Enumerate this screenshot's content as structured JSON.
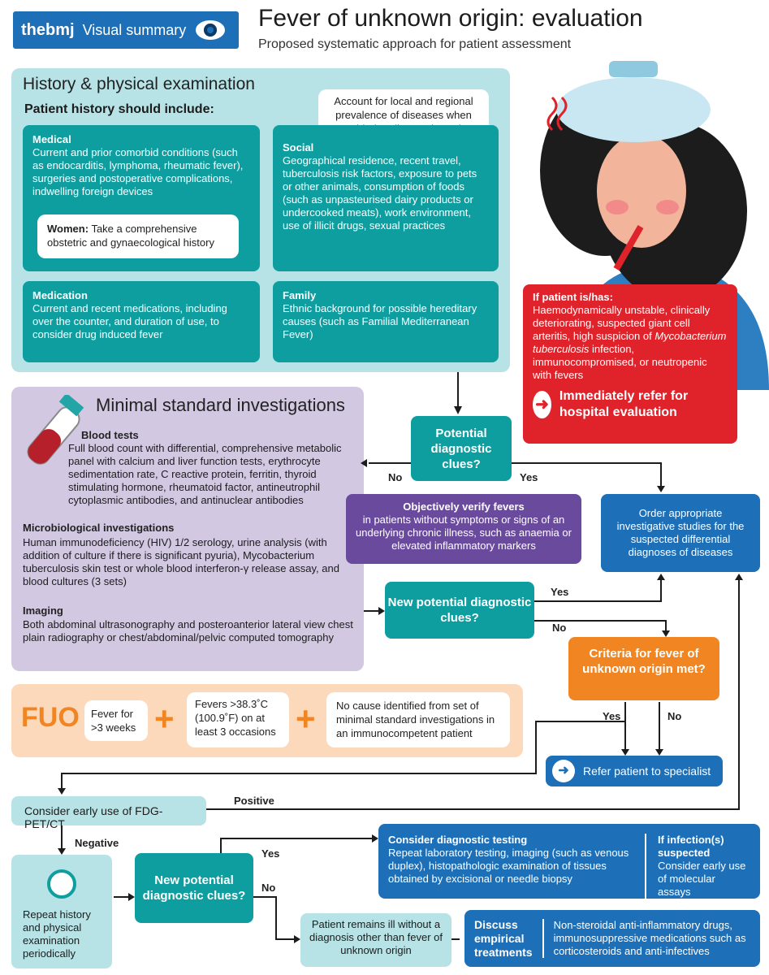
{
  "header": {
    "brand": "thebmj",
    "brand_suffix": "Visual summary",
    "title": "Fever of unknown origin: evaluation",
    "subtitle": "Proposed systematic approach for patient assessment"
  },
  "history": {
    "title": "History & physical examination",
    "subtitle": "Patient history should include:",
    "callout": "Account for local and regional prevalence of diseases when considering diagnostic testing",
    "medical": {
      "label": "Medical",
      "text": "Current and prior comorbid conditions (such as endocarditis, lymphoma, rheumatic fever), surgeries and postoperative complications, indwelling foreign devices"
    },
    "women": {
      "label": "Women:",
      "text": "Take a comprehensive obstetric and gynaecological history"
    },
    "social": {
      "label": "Social",
      "text": "Geographical residence, recent travel, tuberculosis risk factors, exposure to pets or other animals, consumption of foods (such as unpasteurised dairy products or undercooked meats), work environment, use of illicit drugs, sexual practices"
    },
    "medication": {
      "label": "Medication",
      "text": "Current and recent medications, including over the counter, and duration of use, to consider drug induced fever"
    },
    "family": {
      "label": "Family",
      "text": "Ethnic background for possible hereditary causes (such as Familial Mediterranean Fever)"
    }
  },
  "alert": {
    "label": "If patient is/has:",
    "text_a": "Haemodynamically unstable, clinically deteriorating, suspected giant cell arteritis, high suspicion of",
    "text_italic": "Mycobacterium tuberculosis",
    "text_b": "infection, immunocompromised, or neutropenic with fevers",
    "action": "Immediately refer for hospital evaluation"
  },
  "investigations": {
    "title": "Minimal standard investigations",
    "blood_label": "Blood tests",
    "blood_text": "Full blood count with differential, comprehensive metabolic panel with calcium and liver function tests, erythrocyte sedimentation rate, C reactive protein, ferritin, thyroid stimulating hormone, rheumatoid factor, antineutrophil cytoplasmic antibodies, and antinuclear antibodies",
    "micro_label": "Microbiological investigations",
    "micro_text": "Human immunodeficiency (HIV) 1/2 serology, urine analysis (with addition of culture if there is significant pyuria), Mycobacterium tuberculosis skin test or whole blood interferon-γ release assay, and blood cultures (3 sets)",
    "imaging_label": "Imaging",
    "imaging_text": "Both abdominal ultrasonography and posteroanterior lateral view chest plain radiography or chest/abdominal/pelvic computed tomography"
  },
  "flow": {
    "clues1": "Potential diagnostic clues?",
    "no": "No",
    "yes": "Yes",
    "verify_label": "Objectively verify fevers",
    "verify_text": "in patients without symptoms or signs of an underlying chronic illness, such as anaemia or elevated inflammatory markers",
    "order": "Order appropriate investigative studies for the suspected differential diagnoses of diseases",
    "clues2": "New potential diagnostic clues?",
    "criteria": "Criteria for fever of unknown origin met?",
    "refer": "Refer patient to specialist",
    "pet": "Consider early use of FDG-PET/CT",
    "positive": "Positive",
    "negative": "Negative",
    "repeat": "Repeat history and physical examination periodically",
    "clues3": "New potential diagnostic clues?",
    "testing_label": "Consider diagnostic testing",
    "testing_text": "Repeat laboratory testing, imaging (such as venous duplex), histopathologic examination of tissues obtained by excisional or needle biopsy",
    "infection_label": "If infection(s) suspected",
    "infection_text": "Consider early use of molecular assays",
    "ill": "Patient remains ill without a diagnosis other than fever of unknown origin",
    "empirical_label": "Discuss empirical treatments",
    "empirical_text": "Non-steroidal anti-inflammatory drugs, immunosuppressive medications such as corticosteroids and anti-infectives"
  },
  "fuo": {
    "label": "FUO",
    "c1": "Fever for >3 weeks",
    "c2": "Fevers >38.3˚C (100.9˚F) on at least 3 occasions",
    "c3": "No cause identified from set of minimal standard investigations in an immunocompetent patient"
  },
  "colors": {
    "teal": "#0f9ea0",
    "blue": "#1d6fb8",
    "red": "#e0232b",
    "orange": "#f08522",
    "purple": "#6a4a9c"
  }
}
